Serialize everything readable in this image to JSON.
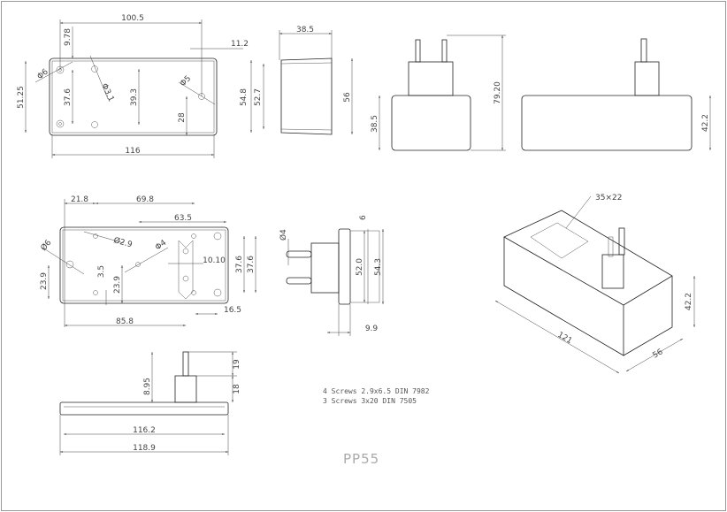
{
  "top_view": {
    "width_holes": "100.5",
    "width_total": "116",
    "height_total": "51.25",
    "top_offset": "9.78",
    "hole_spacing": "37.6",
    "inner_height": "39.3",
    "hole_height": "28",
    "right_offset": "11.2",
    "dia_6": "Φ6",
    "dia_3_1": "Φ3.1",
    "dia_5": "Φ5"
  },
  "side_view": {
    "depth": "38.5",
    "height_outer": "54.8",
    "height_inner": "52.7",
    "height_total": "56"
  },
  "front_view": {
    "body_height": "38.5",
    "total_height": "79.20"
  },
  "back_view": {
    "body_height": "42.2"
  },
  "bottom_view": {
    "offset": "21.8",
    "span": "69.8",
    "span2": "63.5",
    "dia_2_9": "Ø2.9",
    "dia_6": "Ø6",
    "dia_4": "Φ4",
    "h1": "23.9",
    "h2": "3.5",
    "h3": "23.9",
    "pin_spacing": "10.10",
    "hole_spacing1": "37.6",
    "hole_spacing2": "37.6",
    "right": "16.5",
    "width": "85.8"
  },
  "plug_side_view": {
    "pin_dia": "Ø4",
    "top": "6",
    "inner": "52.0",
    "outer": "54.3",
    "depth": "9.9"
  },
  "iso_view": {
    "window": "35×22",
    "height": "42.2",
    "length": "121",
    "width": "56"
  },
  "front_low_view": {
    "pin": "8.95",
    "pin_len": "19",
    "plug_h": "18",
    "inner_w": "116.2",
    "outer_w": "118.9"
  },
  "notes": [
    "4 Screws 2.9x6.5 DIN 7982",
    "3 Screws 3x20 DIN 7505"
  ],
  "title": "PP55"
}
